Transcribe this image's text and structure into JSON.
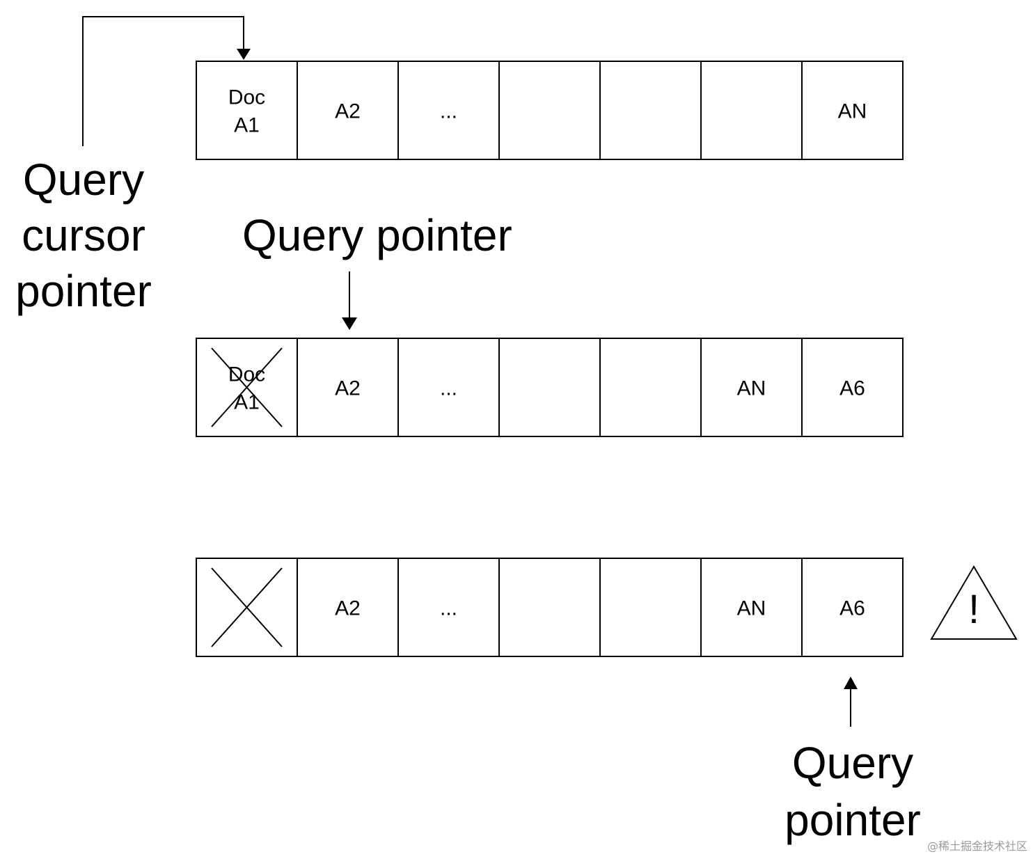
{
  "rows": [
    {
      "id": "row-1",
      "cells": [
        {
          "lines": [
            "Doc",
            "A1"
          ],
          "crossed": false
        },
        {
          "lines": [
            "A2"
          ],
          "crossed": false
        },
        {
          "lines": [
            "..."
          ],
          "crossed": false
        },
        {
          "lines": [],
          "crossed": false
        },
        {
          "lines": [],
          "crossed": false
        },
        {
          "lines": [],
          "crossed": false
        },
        {
          "lines": [
            "AN"
          ],
          "crossed": false
        }
      ]
    },
    {
      "id": "row-2",
      "cells": [
        {
          "lines": [
            "Doc",
            "A1"
          ],
          "crossed": true
        },
        {
          "lines": [
            "A2"
          ],
          "crossed": false
        },
        {
          "lines": [
            "..."
          ],
          "crossed": false
        },
        {
          "lines": [],
          "crossed": false
        },
        {
          "lines": [],
          "crossed": false
        },
        {
          "lines": [
            "AN"
          ],
          "crossed": false
        },
        {
          "lines": [
            "A6"
          ],
          "crossed": false
        }
      ]
    },
    {
      "id": "row-3",
      "cells": [
        {
          "lines": [],
          "crossed": true
        },
        {
          "lines": [
            "A2"
          ],
          "crossed": false
        },
        {
          "lines": [
            "..."
          ],
          "crossed": false
        },
        {
          "lines": [],
          "crossed": false
        },
        {
          "lines": [],
          "crossed": false
        },
        {
          "lines": [
            "AN"
          ],
          "crossed": false
        },
        {
          "lines": [
            "A6"
          ],
          "crossed": false
        }
      ]
    }
  ],
  "labels": {
    "cursor_pointer": [
      "Query",
      "cursor",
      "pointer"
    ],
    "query_pointer_row2": "Query pointer",
    "query_pointer_row3": [
      "Query",
      "pointer"
    ]
  },
  "warning_symbol": "!",
  "watermark": "@稀土掘金技术社区"
}
